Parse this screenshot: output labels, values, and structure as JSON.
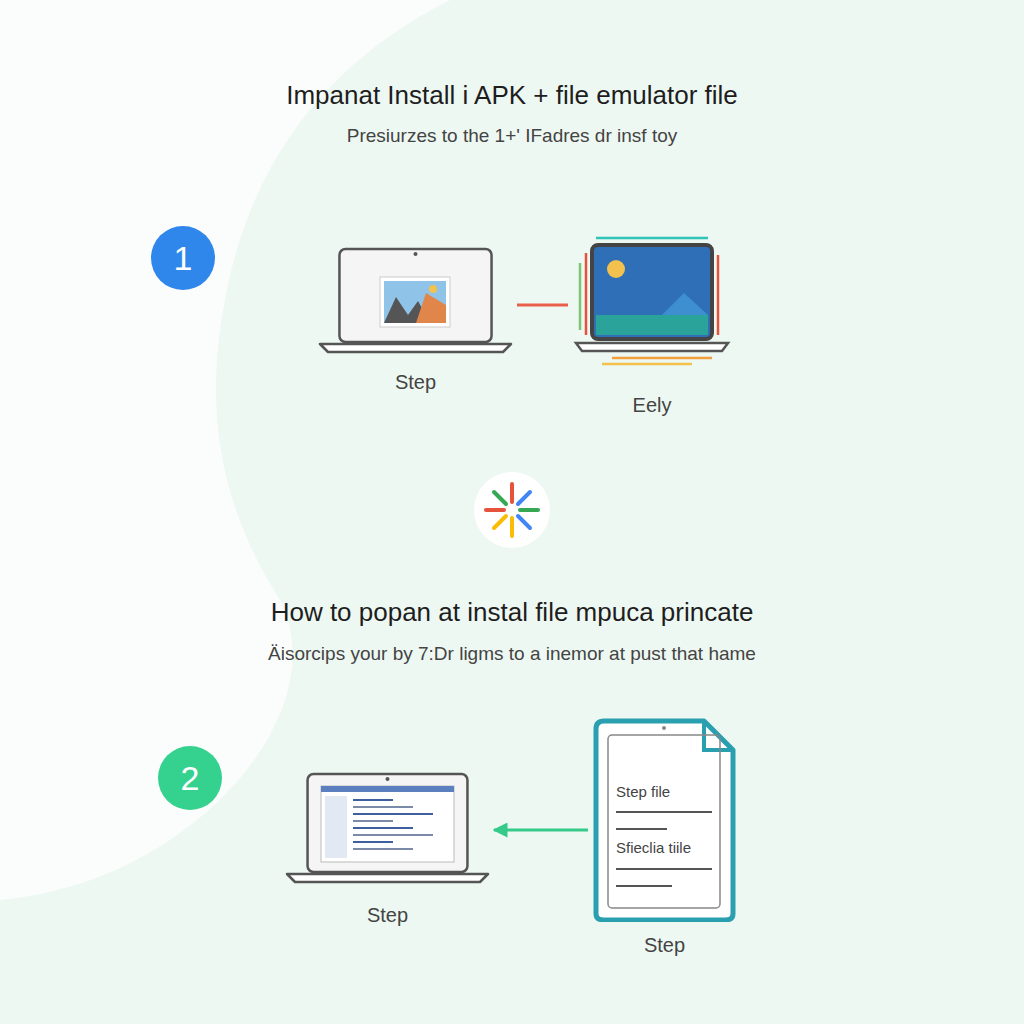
{
  "diagram": {
    "title": "Impanat Install i APK + file emulator file",
    "nodes": [
      {
        "text": [
          "1"
        ]
      },
      {
        "text": [
          "Step"
        ]
      },
      {
        "text": [
          "Eely"
        ]
      },
      {
        "text": [
          "2"
        ]
      },
      {
        "text": [
          "Step"
        ]
      },
      {
        "text": [
          "Step file",
          "Sfieclia tiile",
          "Step"
        ]
      }
    ],
    "edges": [
      {
        "from": 1,
        "to": 2,
        "arrow": "none"
      },
      {
        "from": 5,
        "to": 4,
        "arrow": "to"
      }
    ],
    "labels": [
      "Presiurzes to the 1+' IFadres dr insf toy",
      "How to popan at instal file mpuca princate",
      "Äisorcips your by 7:Dr ligms to a inemor at pust that hame"
    ]
  }
}
